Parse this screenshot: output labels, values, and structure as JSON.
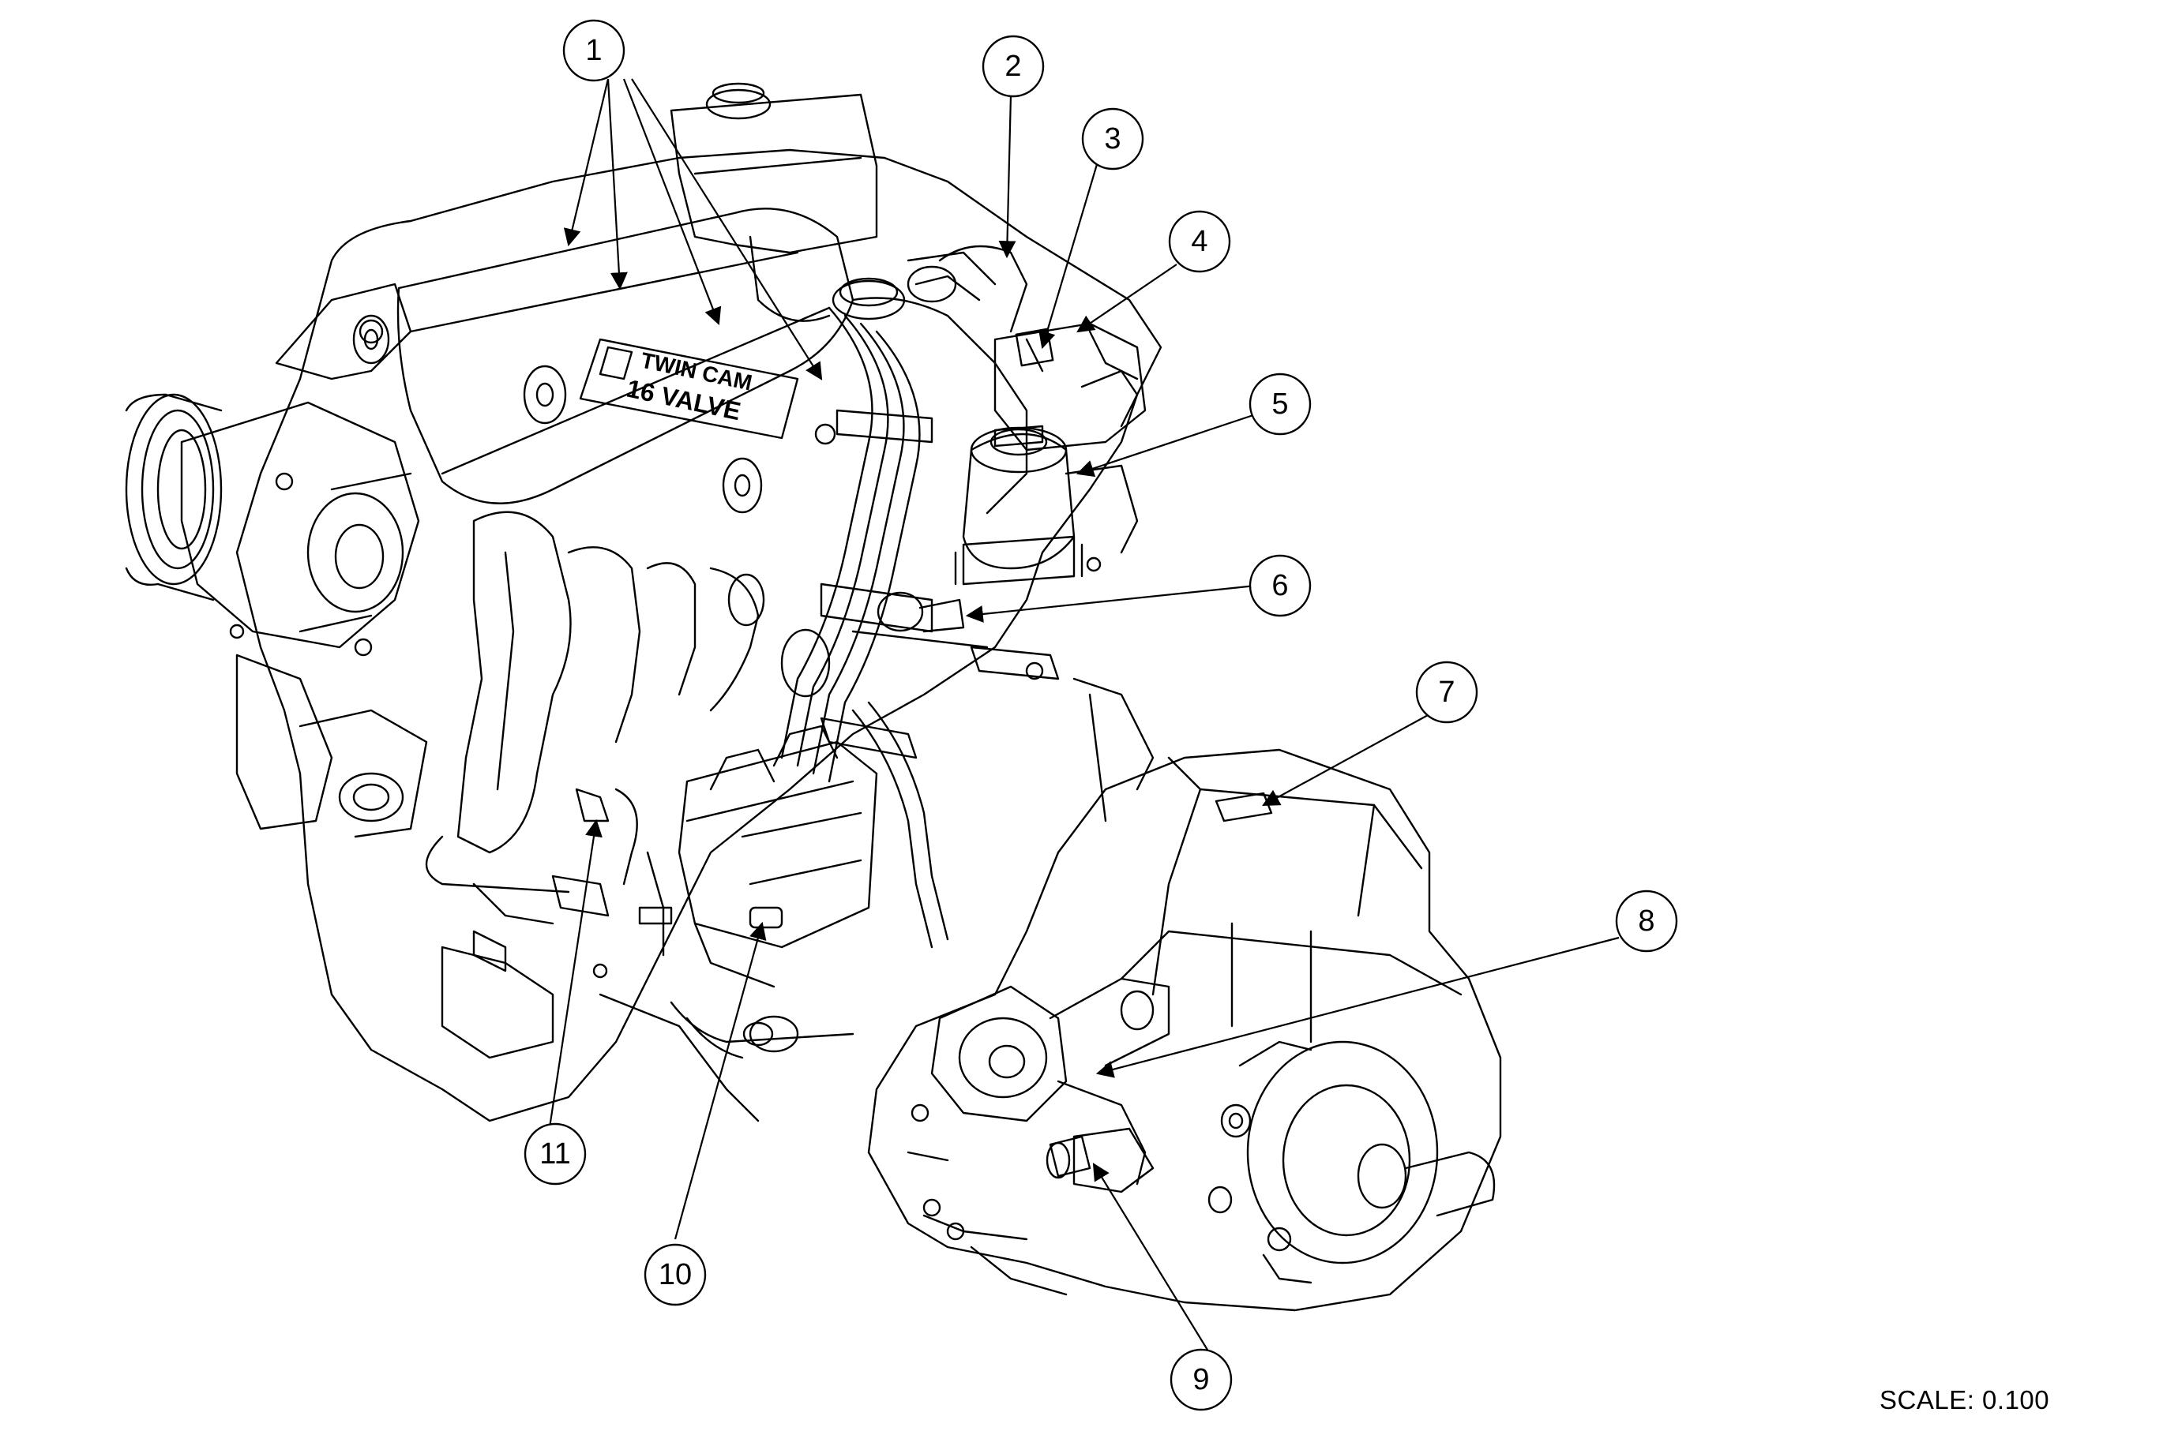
{
  "callouts": [
    {
      "number": "1"
    },
    {
      "number": "2"
    },
    {
      "number": "3"
    },
    {
      "number": "4"
    },
    {
      "number": "5"
    },
    {
      "number": "6"
    },
    {
      "number": "7"
    },
    {
      "number": "8"
    },
    {
      "number": "9"
    },
    {
      "number": "10"
    },
    {
      "number": "11"
    }
  ],
  "emblem": {
    "line1": "TWIN CAM",
    "line2": "16 VALVE"
  },
  "scale_label": "SCALE: 0.100",
  "colors": {
    "line": "#000000",
    "background": "#ffffff"
  }
}
